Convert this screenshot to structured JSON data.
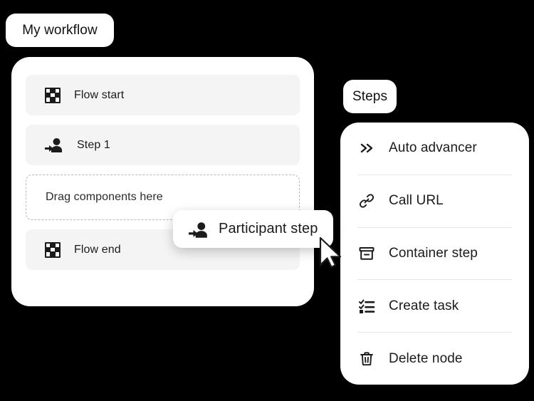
{
  "canvas": {
    "background_color": "#000000",
    "card_color": "#ffffff"
  },
  "workflow": {
    "pill_label": "My workflow",
    "nodes": [
      {
        "icon": "checkerboard-flag-icon",
        "label": "Flow start",
        "type": "node"
      },
      {
        "icon": "participant-step-icon",
        "label": "Step 1",
        "type": "node"
      },
      {
        "icon": "none",
        "label": "Drag components here",
        "type": "dropzone"
      },
      {
        "icon": "checkerboard-flag-icon",
        "label": "Flow end",
        "type": "node"
      }
    ]
  },
  "drag_chip": {
    "icon": "participant-step-icon",
    "label": "Participant step"
  },
  "cursor": {
    "icon": "mouse-pointer-icon"
  },
  "steps_panel": {
    "pill_label": "Steps",
    "items": [
      {
        "icon": "double-chevron-right-icon",
        "label": "Auto advancer"
      },
      {
        "icon": "link-chain-icon",
        "label": "Call URL"
      },
      {
        "icon": "archive-box-icon",
        "label": "Container step"
      },
      {
        "icon": "checklist-icon",
        "label": "Create task"
      },
      {
        "icon": "trash-can-icon",
        "label": "Delete node"
      }
    ]
  },
  "colors": {
    "node_background": "#f4f4f4",
    "text": "#1b1b1b",
    "divider": "#e6e6e6",
    "dropzone_border": "#b9b9b9"
  }
}
